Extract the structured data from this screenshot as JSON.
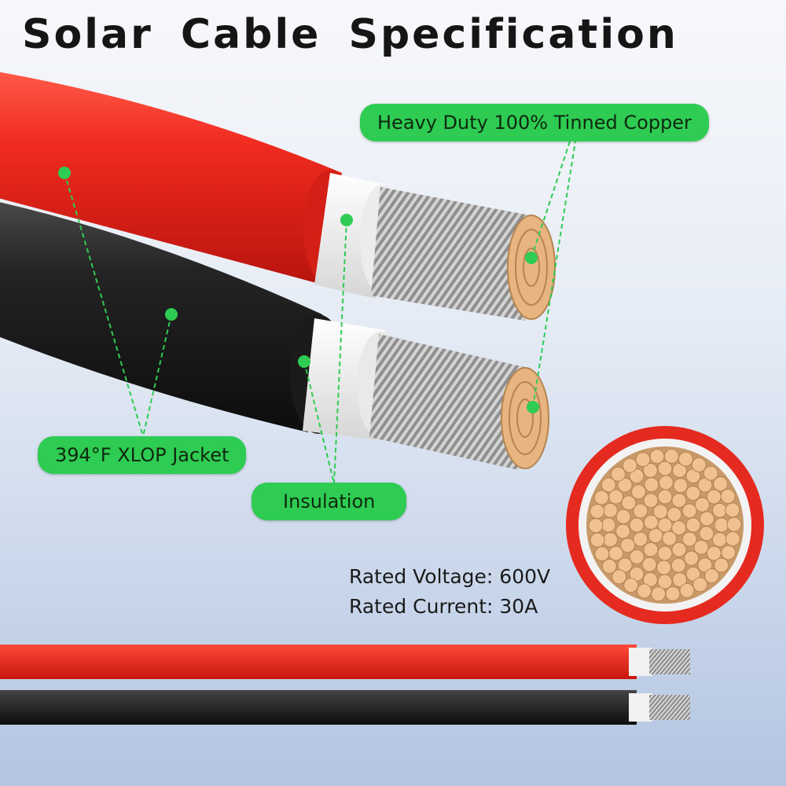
{
  "title": "Solar Cable Specification",
  "labels": {
    "copper": "Heavy Duty 100% Tinned Copper",
    "jacket": "394°F XLOP Jacket",
    "insulation": "Insulation"
  },
  "ratings": {
    "voltage": "Rated Voltage: 600V",
    "current": "Rated Current: 30A"
  },
  "colors": {
    "accent_green": "#2ecc52",
    "red_jacket": "#e8261e",
    "black_jacket": "#1c1c1c",
    "insulation": "#f1f1f1",
    "copper": "#f0c191"
  }
}
